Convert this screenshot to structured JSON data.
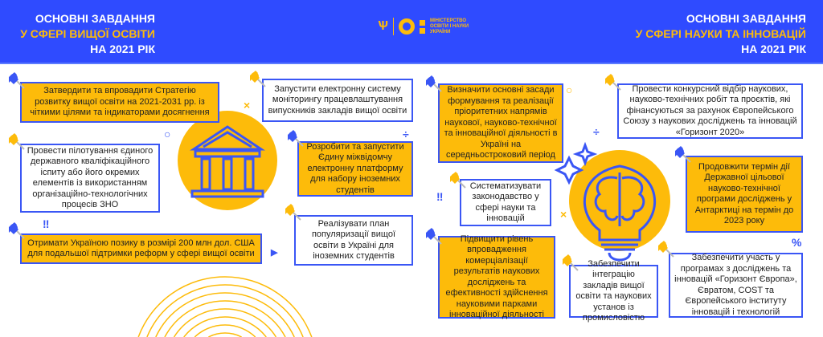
{
  "header": {
    "left_title": {
      "line1": "ОСНОВНІ ЗАВДАННЯ",
      "line2": "У СФЕРІ ВИЩОЇ ОСВІТИ",
      "line3": "НА 2021 РІК"
    },
    "right_title": {
      "line1": "ОСНОВНІ ЗАВДАННЯ",
      "line2": "У СФЕРІ НАУКИ ТА ІННОВАЦІЙ",
      "line3": "НА 2021 РІК"
    },
    "logo": {
      "line1": "МІНІСТЕРСТВО",
      "line2": "ОСВІТИ І НАУКИ",
      "line3": "УКРАЇНИ"
    }
  },
  "higher_education": [
    "Затвердити та впровадити Стратегію розвитку вищої освіти на 2021-2031 рр. із чіткими цілями та індикаторами досягнення",
    "Запустити електронну систему моніторингу працевлаштування випускників закладів вищої освіти",
    "Провести пілотування єдиного державного кваліфікаційного іспиту або його окремих елементів із використанням організаційно-технологічних процесів ЗНО",
    "Розробити та запустити Єдину міжвідомчу електронну платформу для набору іноземних студентів",
    "Отримати Україною позику в розмірі 200 млн дол. США для подальшої підтримки реформ у сфері вищої освіти",
    "Реалізувати план популяризації вищої освіти в Україні для іноземних студентів"
  ],
  "science_innovation": [
    "Визначити основні засади формування та реалізації пріоритетних напрямів наукової, науково-технічної та інноваційної діяльності в Україні на середньостроковий період",
    "Провести конкурсний відбір наукових, науково-технічних робіт та проєктів, які фінансуються за рахунок Європейського Союзу з наукових досліджень та інновацій «Горизонт 2020»",
    "Систематизувати законодавство у сфері науки та інновацій",
    "Продовжити термін дії Державної цільової науково-технічної програми досліджень у Антарктиці на термін до 2023 року",
    "Підвищити рівень впровадження комерціалізації результатів наукових досліджень та ефективності здійснення науковими парками інноваційної діяльності",
    "Забезпечити інтеграцію закладів вищої освіти та наукових установ із промисловістю",
    "Забезпечити участь у програмах з досліджень та інновацій «Горизонт Європа», Євратом, COST та Європейського інституту інновацій і технологій"
  ],
  "colors": {
    "blue": "#2f4bff",
    "yellow": "#fdbb0a",
    "border": "#3a56f5"
  }
}
